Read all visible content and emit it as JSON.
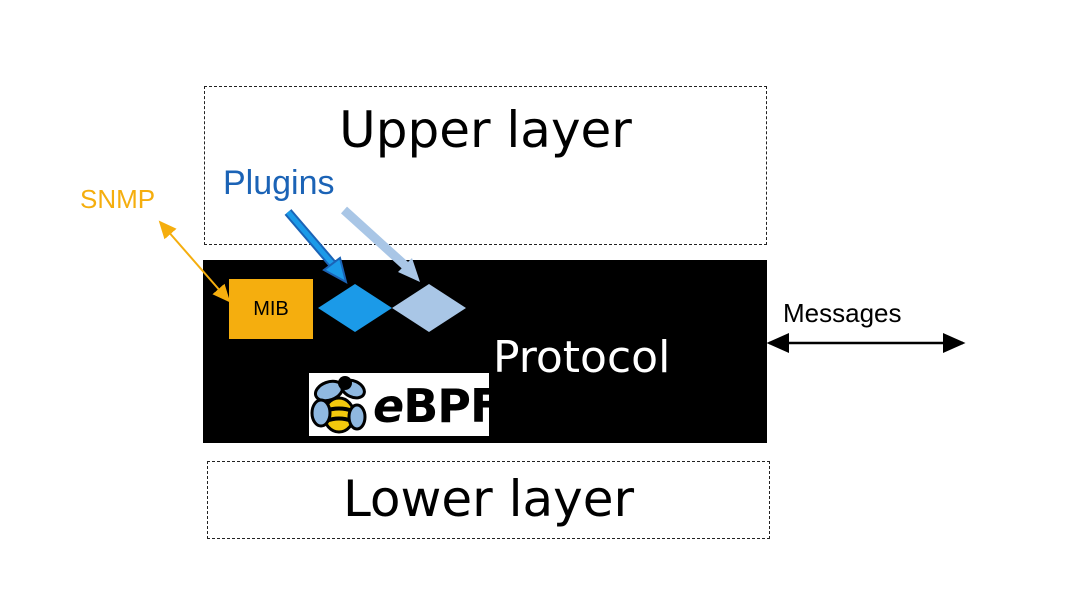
{
  "upper_layer": {
    "label": "Upper layer"
  },
  "lower_layer": {
    "label": "Lower layer"
  },
  "protocol": {
    "label": "Protocol"
  },
  "mib": {
    "label": "MIB"
  },
  "snmp": {
    "label": "SNMP"
  },
  "plugins": {
    "label": "Plugins"
  },
  "messages": {
    "label": "Messages"
  },
  "ebpf_logo": {
    "text_e": "e",
    "text_bpf": "BPF"
  },
  "colors": {
    "snmp_orange": "#f5ae0e",
    "plugin_blue": "#1b9ae8",
    "plugin_light_blue": "#a9c6e6",
    "plugins_text_blue": "#1b63b6",
    "protocol_bg": "#000000"
  }
}
